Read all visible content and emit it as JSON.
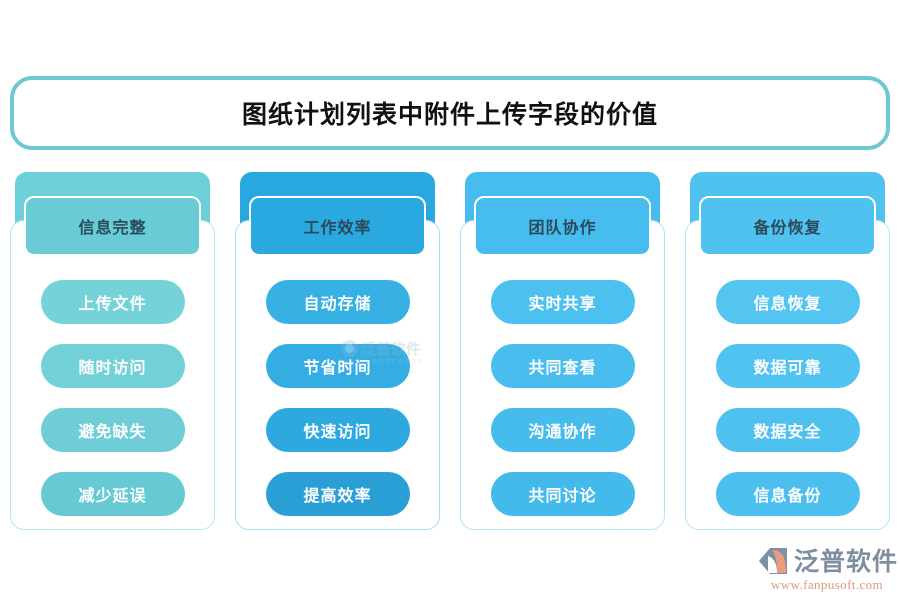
{
  "page": {
    "title": "图纸计划列表中附件上传字段的价值",
    "background": "#ffffff",
    "title_border_color": "#6cc9d4"
  },
  "columns": [
    {
      "header": "信息完整",
      "tab_color": "#6ccfd9",
      "header_color": "#68cbd6",
      "body_border_color": "#b9e5ec",
      "items": [
        {
          "label": "上传文件",
          "color": "#76d2d9"
        },
        {
          "label": "随时访问",
          "color": "#72d0d8"
        },
        {
          "label": "避免缺失",
          "color": "#6ecdd6"
        },
        {
          "label": "减少延误",
          "color": "#66c9d3"
        }
      ]
    },
    {
      "header": "工作效率",
      "tab_color": "#29a8e0",
      "header_color": "#2aa9e0",
      "body_border_color": "#a9dcf3",
      "items": [
        {
          "label": "自动存储",
          "color": "#37b0e4"
        },
        {
          "label": "节省时间",
          "color": "#33ade2"
        },
        {
          "label": "快速访问",
          "color": "#2ea9e0"
        },
        {
          "label": "提高效率",
          "color": "#2a9fd6"
        }
      ]
    },
    {
      "header": "团队协作",
      "tab_color": "#46bdee",
      "header_color": "#46bdee",
      "body_border_color": "#b3e2f7",
      "items": [
        {
          "label": "实时共享",
          "color": "#4cc0ef"
        },
        {
          "label": "共同查看",
          "color": "#49beee"
        },
        {
          "label": "沟通协作",
          "color": "#46bcec"
        },
        {
          "label": "共同讨论",
          "color": "#43baeb"
        }
      ]
    },
    {
      "header": "备份恢复",
      "tab_color": "#4fc2ef",
      "header_color": "#4fc2ef",
      "body_border_color": "#b7e4f8",
      "items": [
        {
          "label": "信息恢复",
          "color": "#54c4f0"
        },
        {
          "label": "数据可靠",
          "color": "#51c3f0"
        },
        {
          "label": "数据安全",
          "color": "#4ec1ef"
        },
        {
          "label": "信息备份",
          "color": "#4bbfee"
        }
      ]
    }
  ],
  "watermark": {
    "name": "泛普软件",
    "subtitle": "FANPU SOFTWARE"
  },
  "brand": {
    "name": "泛普软件",
    "url": "www.fanpusoft.com",
    "name_color": "#7d8fa0",
    "url_color": "#d99b7c"
  }
}
